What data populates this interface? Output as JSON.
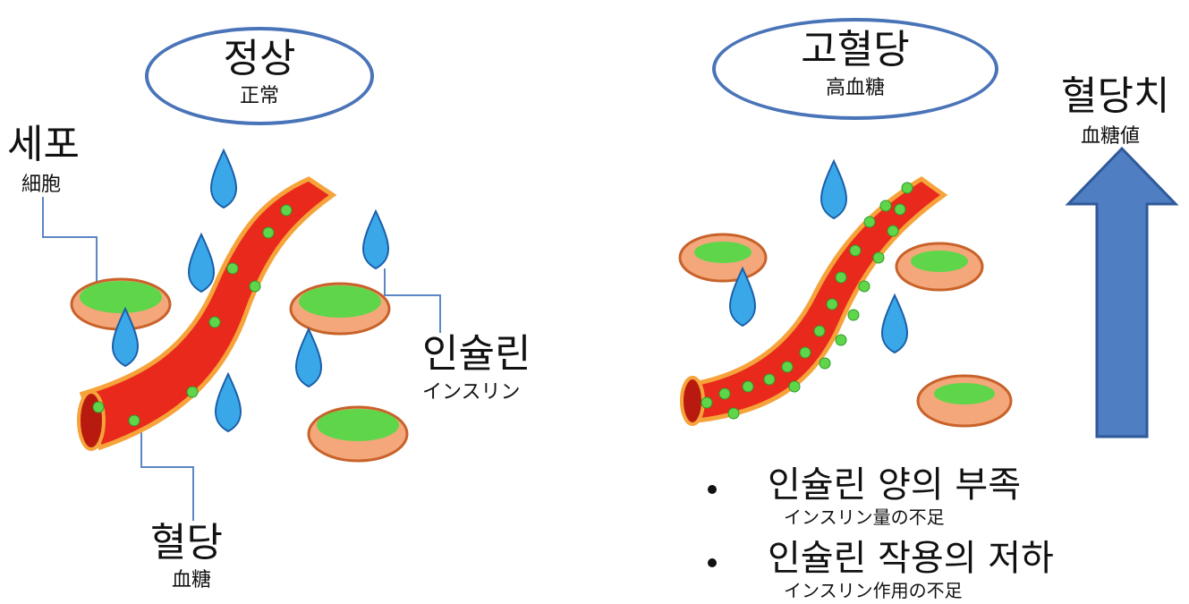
{
  "normal": {
    "title": "정상",
    "title_ja": "正常",
    "label_cell": "세포",
    "label_cell_ja": "細胞",
    "label_insulin": "인슐린",
    "label_insulin_ja": "インスリン",
    "label_blood_sugar": "혈당",
    "label_blood_sugar_ja": "血糖"
  },
  "hyper": {
    "title": "고혈당",
    "title_ja": "高血糖",
    "arrow_label": "혈당치",
    "arrow_label_ja": "血糖値",
    "bullets": [
      {
        "text": "인슐린 양의 부족",
        "text_ja": "インスリン量の不足"
      },
      {
        "text": "인슐린 작용의 저하",
        "text_ja": "インスリン作用の不足"
      }
    ]
  },
  "colors": {
    "ellipse_border": "#4a74b8",
    "arrow_fill": "#4f7ec2",
    "vessel_red": "#e8291c",
    "vessel_edge": "#f6a33a",
    "cell_orange": "#f4a77a",
    "glucose_green": "#5fd64a",
    "droplet_blue": "#3aa8e8"
  }
}
